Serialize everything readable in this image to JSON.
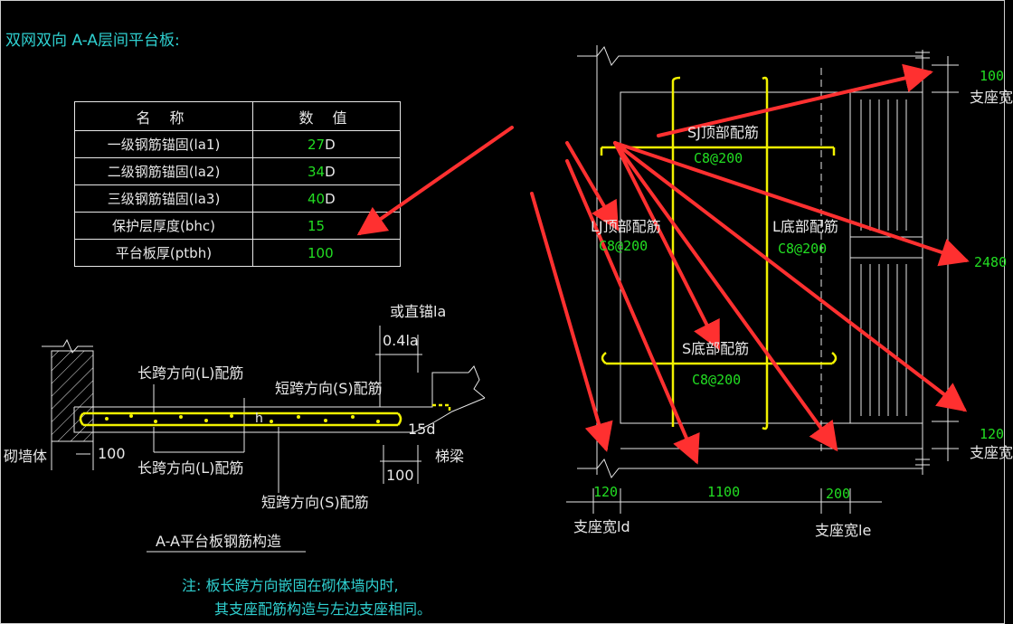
{
  "title": "双网双向 A-A层间平台板:",
  "table": {
    "header_name": "名 称",
    "header_value": "数 值",
    "rows": [
      {
        "name": "一级钢筋锚固(la1)",
        "value": "27",
        "unit": "D"
      },
      {
        "name": "二级钢筋锚固(la2)",
        "value": "34",
        "unit": "D"
      },
      {
        "name": "三级钢筋锚固(la3)",
        "value": "40",
        "unit": "D"
      },
      {
        "name": "保护层厚度(bhc)",
        "value": "15",
        "unit": ""
      },
      {
        "name": "平台板厚(ptbh)",
        "value": "100",
        "unit": ""
      }
    ]
  },
  "section": {
    "or_straight_anchor": "或直锚la",
    "dim_04la": "0.4la",
    "long_span_top": "长跨方向(L)配筋",
    "short_span_top": "短跨方向(S)配筋",
    "h": "h",
    "dim_15d": "15d",
    "masonry_wall": "砌墙体",
    "dim_100_left": "100",
    "long_span_bottom": "长跨方向(L)配筋",
    "dim_100_right": "100",
    "stair_beam": "梯梁",
    "short_span_bottom": "短跨方向(S)配筋",
    "caption": "A-A平台板钢筋构造"
  },
  "note": {
    "line1": "注: 板长跨方向嵌固在砌体墙内时,",
    "line2": "其支座配筋构造与左边支座相同。"
  },
  "plan": {
    "sj_top": "SJ顶部配筋",
    "sj_top_spec": "C8@200",
    "lj_top": "LJ顶部配筋",
    "lj_top_spec": "C8@200",
    "l_bottom": "L底部配筋",
    "l_bottom_spec": "C8@200",
    "s_bottom": "S底部配筋",
    "s_bottom_spec": "C8@200",
    "dim_top_right": "100",
    "support_width_top": "支座宽",
    "dim_2480": "2480",
    "dim_bottom_right": "120",
    "support_width_bottom": "支座宽",
    "dim_120": "120",
    "dim_1100": "1100",
    "dim_200": "200",
    "support_width_ld": "支座宽ld",
    "support_width_le": "支座宽le"
  },
  "colors": {
    "background": "#000000",
    "line": "#e8e8e8",
    "value_green": "#22dd22",
    "title_cyan": "#2fd0d0",
    "rebar_yellow": "#f2f200",
    "arrow_red": "#ff3030"
  }
}
